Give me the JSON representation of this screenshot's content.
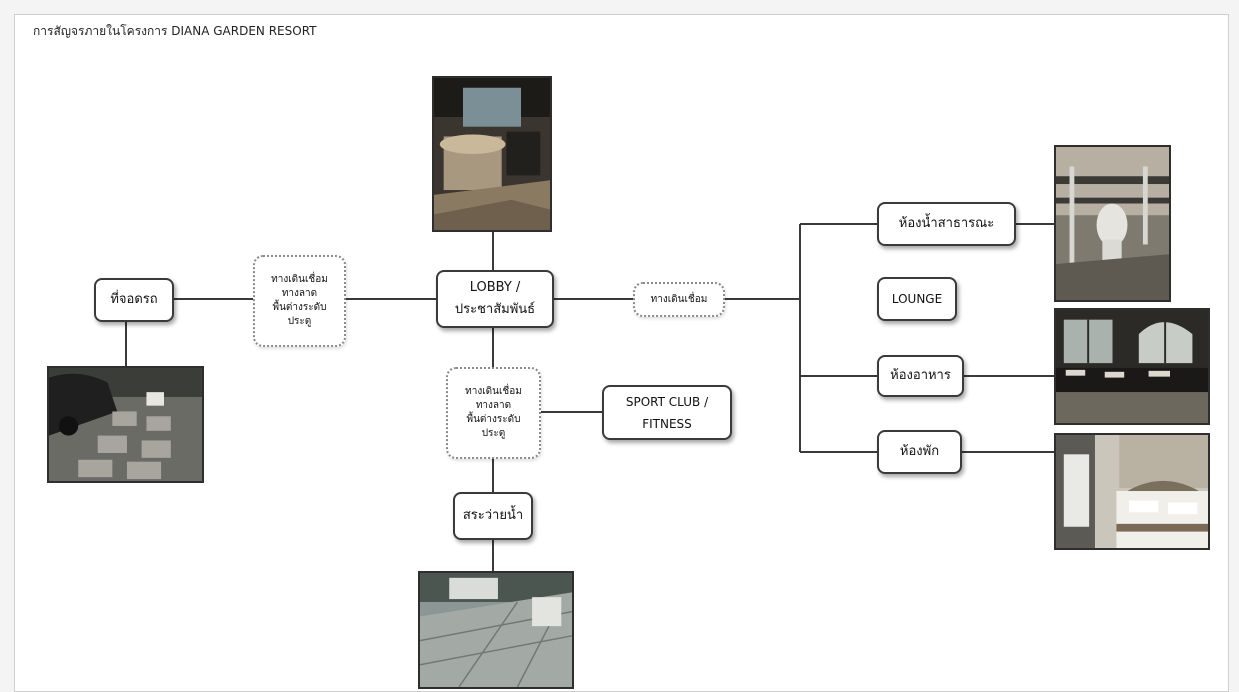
{
  "title": "การสัญจรภายในโครงการ DIANA GARDEN RESORT",
  "nodes": {
    "parking": "ที่จอดรถ",
    "walkway_left": "ทางเดินเชื่อม\nทางลาด\nพื้นต่างระดับ\nประตู",
    "lobby": "LOBBY /\nประชาสัมพันธ์",
    "walkway_right": "ทางเดินเชื่อม",
    "walkway_bottom": "ทางเดินเชื่อม\nทางลาด\nพื้นต่างระดับ\nประตู",
    "sport_club": "SPORT CLUB /\nFITNESS",
    "pool": "สระว่ายน้ำ",
    "restroom": "ห้องน้ำสาธารณะ",
    "lounge": "LOUNGE",
    "restaurant": "ห้องอาหาร",
    "guest_room": "ห้องพัก"
  },
  "colors": {
    "line": "#3a3a3a",
    "dotted_border": "#8a8a8a"
  }
}
